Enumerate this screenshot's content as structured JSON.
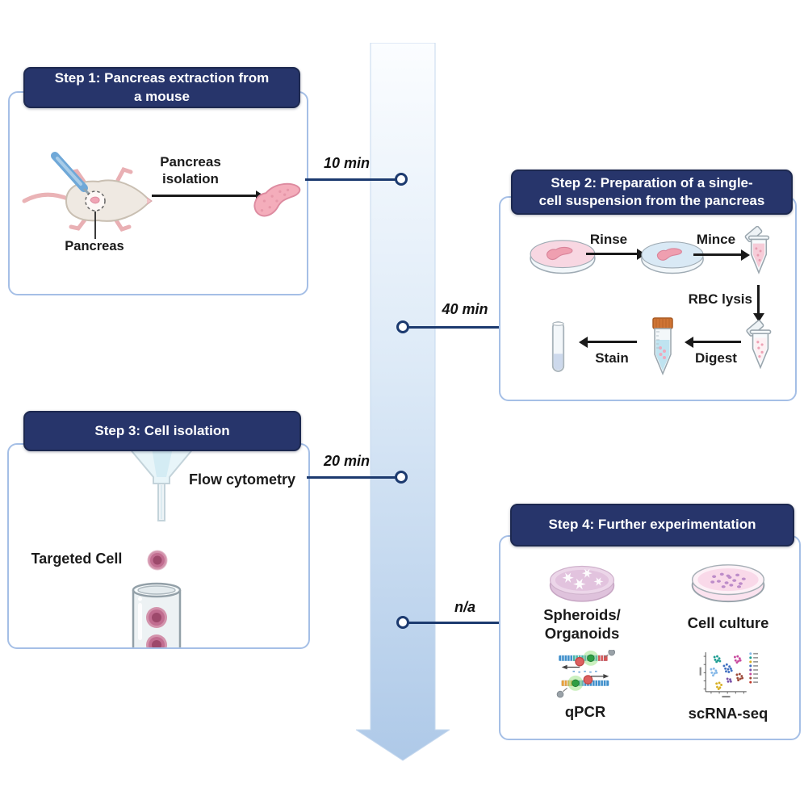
{
  "colors": {
    "header_navy": "#27356b",
    "header_border": "#1d2950",
    "box_border_blue": "#a5bfe6",
    "timeline_navy": "#1c3a6f",
    "band_gradient_top": "#fbfdff",
    "band_gradient_bottom": "#aec9e8",
    "arrow_black": "#1a1a1a",
    "label_black": "#1b1b1b"
  },
  "timeline": {
    "milestones": [
      {
        "label": "10 min",
        "side": "left"
      },
      {
        "label": "40 min",
        "side": "right"
      },
      {
        "label": "20 min",
        "side": "left"
      },
      {
        "label": "n/a",
        "side": "right"
      }
    ]
  },
  "step1": {
    "title_lines": [
      "Step 1: Pancreas extraction from",
      "a mouse"
    ],
    "labels": {
      "isolation": "Pancreas isolation",
      "pancreas": "Pancreas"
    },
    "icons": [
      "mouse-icon",
      "scalpel-icon",
      "pancreas-icon"
    ]
  },
  "step2": {
    "title_lines": [
      "Step 2: Preparation of a single-",
      "cell suspension from the pancreas"
    ],
    "labels": {
      "rinse": "Rinse",
      "mince": "Mince",
      "rbc_lysis": "RBC lysis",
      "digest": "Digest",
      "stain": "Stain"
    },
    "icons": [
      "petri-dish-pink-icon",
      "petri-dish-blue-icon",
      "microtube-open-icon",
      "conical-tube-icon",
      "test-tube-icon"
    ]
  },
  "step3": {
    "title_lines": [
      "Step 3: Cell isolation"
    ],
    "labels": {
      "flow_cytometry": "Flow cytometry",
      "targeted_cell": "Targeted Cell"
    },
    "icons": [
      "flow-cytometry-funnel-icon",
      "cell-icon",
      "collection-tube-icon"
    ]
  },
  "step4": {
    "title_lines": [
      "Step 4: Further experimentation"
    ],
    "items": [
      {
        "label_lines": [
          "Spheroids/",
          "Organoids"
        ],
        "icon": "spheroids-dish-icon"
      },
      {
        "label_lines": [
          "Cell culture"
        ],
        "icon": "cell-culture-dish-icon"
      },
      {
        "label_lines": [
          "qPCR"
        ],
        "icon": "qpcr-icon"
      },
      {
        "label_lines": [
          "scRNA-seq"
        ],
        "icon": "scrna-seq-plot-icon"
      }
    ]
  }
}
